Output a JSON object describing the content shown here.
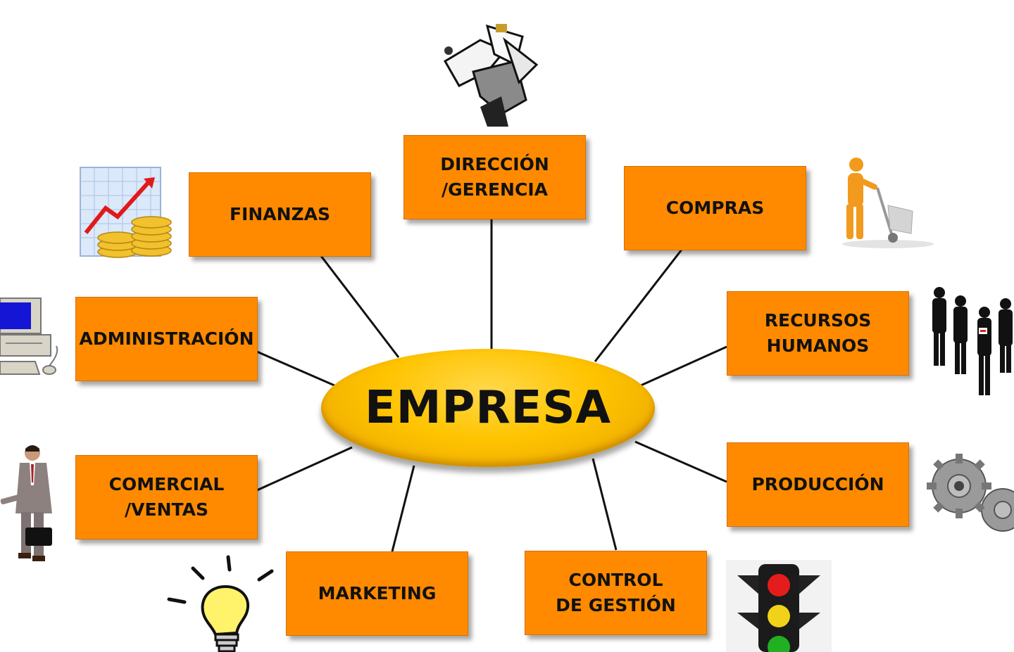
{
  "center": {
    "label": "EMPRESA"
  },
  "departments": {
    "direccion": "DIRECCIÓN\n/GERENCIA",
    "finanzas": "FINANZAS",
    "compras": "COMPRAS",
    "administracion": "ADMINISTRACIÓN",
    "recursos_humanos": "RECURSOS\nHUMANOS",
    "comercial": "COMERCIAL\n/VENTAS",
    "produccion": "PRODUCCIÓN",
    "marketing": "MARKETING",
    "control": "CONTROL\nDE GESTIÓN"
  },
  "colors": {
    "box": "#ff8a00",
    "center": "#ffc400",
    "connector": "#111111"
  },
  "icons": {
    "direccion": "strategy-arrows-icon",
    "finanzas": "finance-chart-coins-icon",
    "compras": "hand-truck-worker-icon",
    "administracion": "computer-icon",
    "recursos_humanos": "people-silhouettes-icon",
    "comercial": "businessman-icon",
    "produccion": "gears-icon",
    "marketing": "light-bulb-icon",
    "control": "traffic-light-icon"
  }
}
